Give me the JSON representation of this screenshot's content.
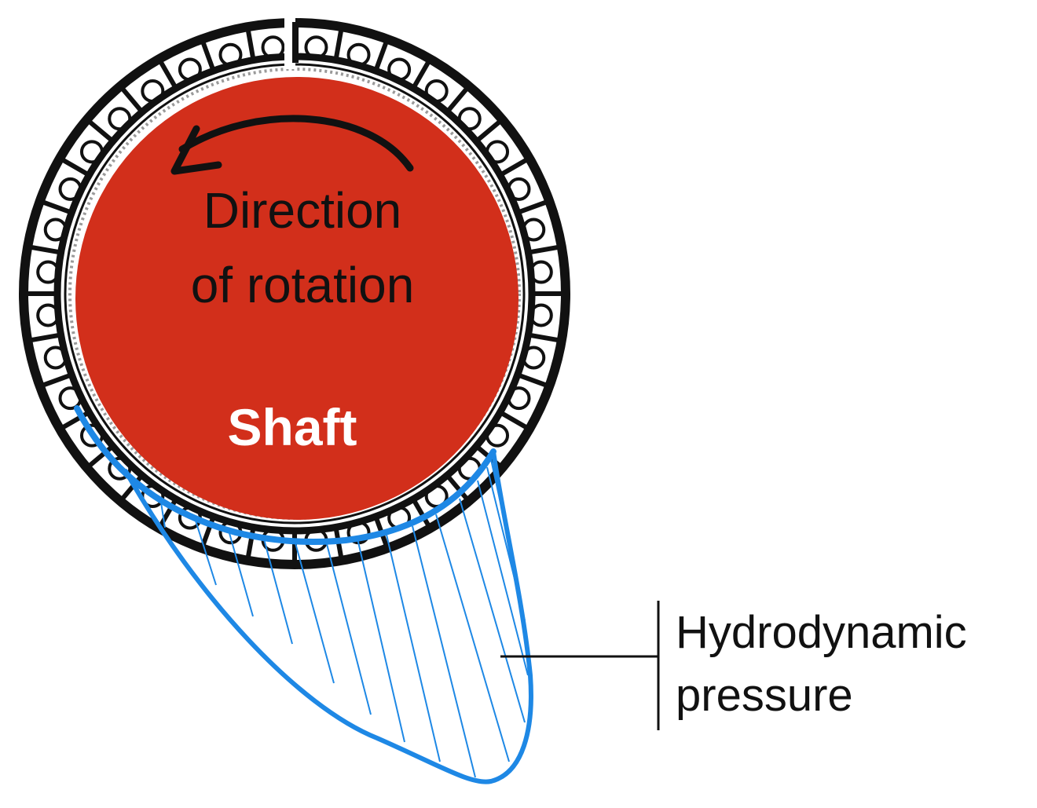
{
  "labels": {
    "direction_line1": "Direction",
    "direction_line2": "of rotation",
    "shaft": "Shaft",
    "pressure_line1": "Hydrodynamic",
    "pressure_line2": "pressure"
  },
  "colors": {
    "shaft_fill": "#d22f1b",
    "bearing_outline": "#111111",
    "pressure_blue": "#1e88e5",
    "text_dark": "#111111",
    "text_light": "#ffffff"
  },
  "icons": {
    "rotation_arrow": "curved-arrow-counterclockwise"
  }
}
